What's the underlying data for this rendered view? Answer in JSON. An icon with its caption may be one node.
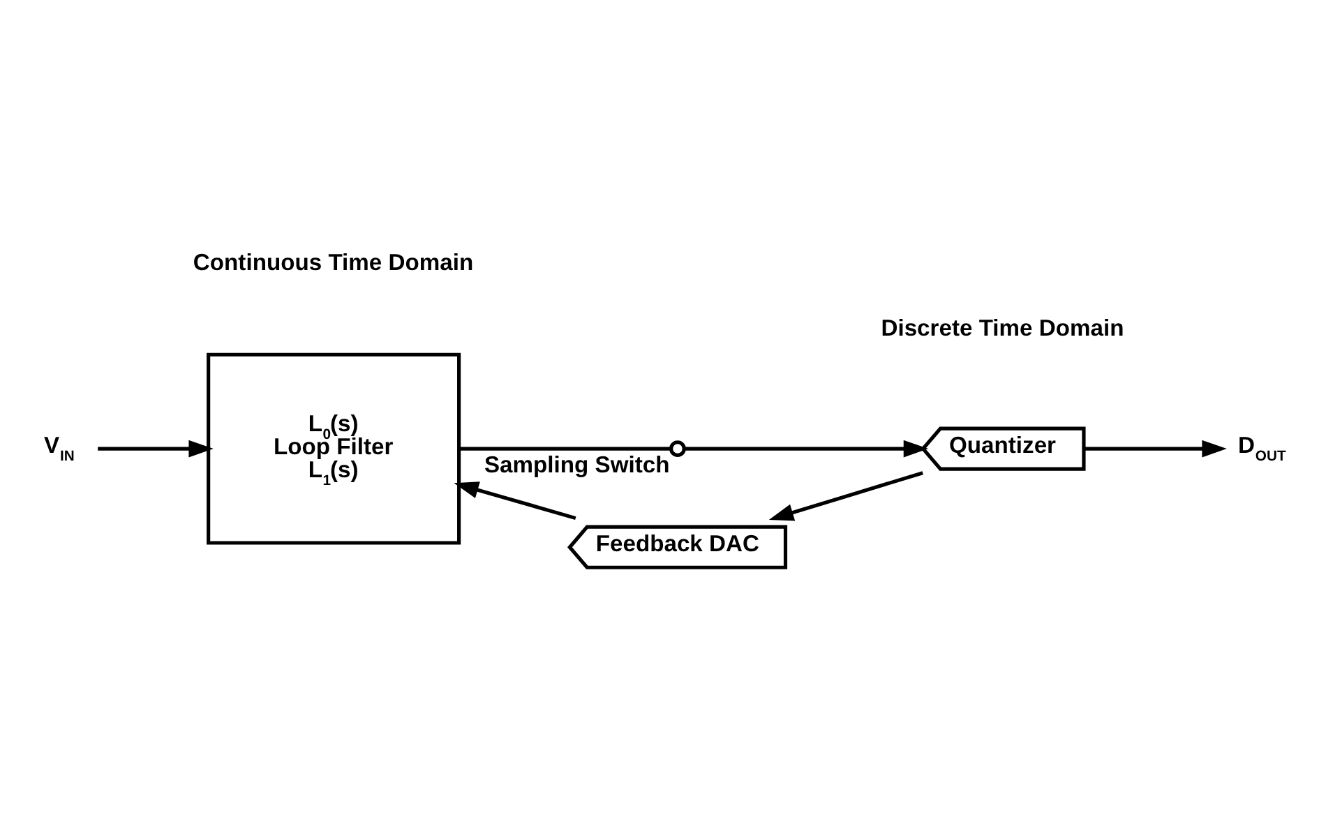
{
  "diagram": {
    "nodes": [
      {
        "text": [
          "V$_{IN}$"
        ]
      },
      {
        "text": [
          "L$_{0}$(s)",
          "Loop Filter",
          "L$_{1}$(s)"
        ]
      },
      {
        "text": [],
        "shape": "switch",
        "beside": [
          "Sampling Switch"
        ]
      },
      {
        "text": [
          "Quantizer"
        ]
      },
      {
        "text": [
          "D$_{OUT}$"
        ]
      },
      {
        "text": [
          "Feedback DAC"
        ]
      }
    ],
    "edges": [
      {
        "from": 0,
        "to": 1,
        "arrow": "to"
      },
      {
        "from": 1,
        "to": 2,
        "arrow": "none"
      },
      {
        "from": 2,
        "to": 3,
        "arrow": "to"
      },
      {
        "from": 3,
        "to": 4,
        "arrow": "to"
      },
      {
        "from": 3,
        "to": 5,
        "arrow": "to"
      },
      {
        "from": 5,
        "to": 1,
        "arrow": "to"
      }
    ],
    "labels": [
      "Continuous Time Domain",
      "Discrete Time Domain"
    ]
  }
}
